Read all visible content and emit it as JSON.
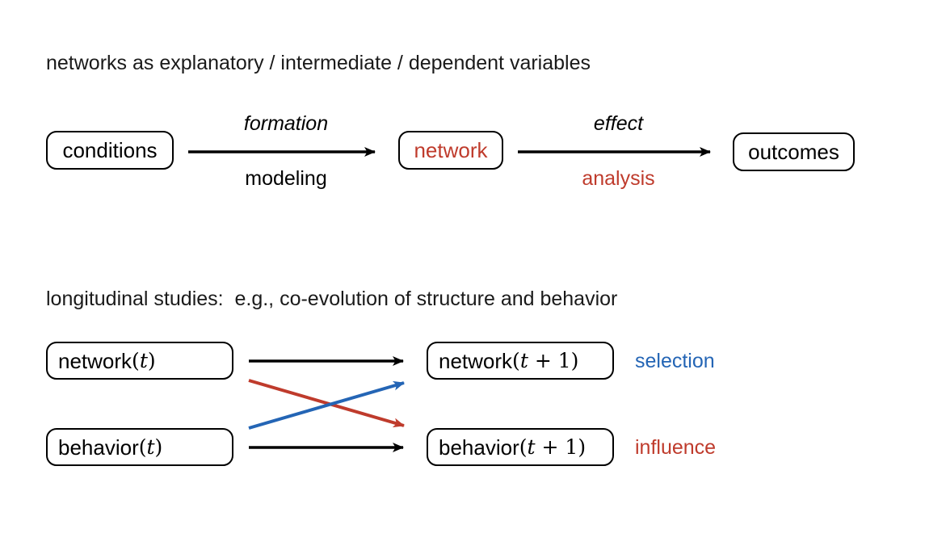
{
  "colors": {
    "black": "#000000",
    "red": "#bf3b2c",
    "blue": "#2465b5",
    "background": "#ffffff"
  },
  "section1": {
    "heading": "networks as explanatory / intermediate / dependent variables",
    "nodes": [
      {
        "id": "conditions",
        "label": "conditions",
        "color": "black"
      },
      {
        "id": "network",
        "label": "network",
        "color": "red"
      },
      {
        "id": "outcomes",
        "label": "outcomes",
        "color": "black"
      }
    ],
    "edges": [
      {
        "from": "conditions",
        "to": "network",
        "label_above": "formation",
        "label_above_style": "italic",
        "label_below": "modeling",
        "label_below_color": "black"
      },
      {
        "from": "network",
        "to": "outcomes",
        "label_above": "effect",
        "label_above_style": "italic",
        "label_below": "analysis",
        "label_below_color": "red"
      }
    ]
  },
  "section2": {
    "heading": "longitudinal studies:  e.g., co-evolution of structure and behavior",
    "nodes": [
      {
        "id": "network-t",
        "label": "network",
        "math": "(t)"
      },
      {
        "id": "network-t1",
        "label": "network",
        "math": "(t + 1)"
      },
      {
        "id": "behavior-t",
        "label": "behavior",
        "math": "(t)"
      },
      {
        "id": "behavior-t1",
        "label": "behavior",
        "math": "(t + 1)"
      }
    ],
    "edges": [
      {
        "from": "network-t",
        "to": "network-t1",
        "color": "black"
      },
      {
        "from": "behavior-t",
        "to": "behavior-t1",
        "color": "black"
      },
      {
        "from": "network-t",
        "to": "behavior-t1",
        "color": "red"
      },
      {
        "from": "behavior-t",
        "to": "network-t1",
        "color": "blue"
      }
    ],
    "edge_labels": [
      {
        "id": "selection",
        "text": "selection",
        "color": "blue"
      },
      {
        "id": "influence",
        "text": "influence",
        "color": "red"
      }
    ]
  }
}
